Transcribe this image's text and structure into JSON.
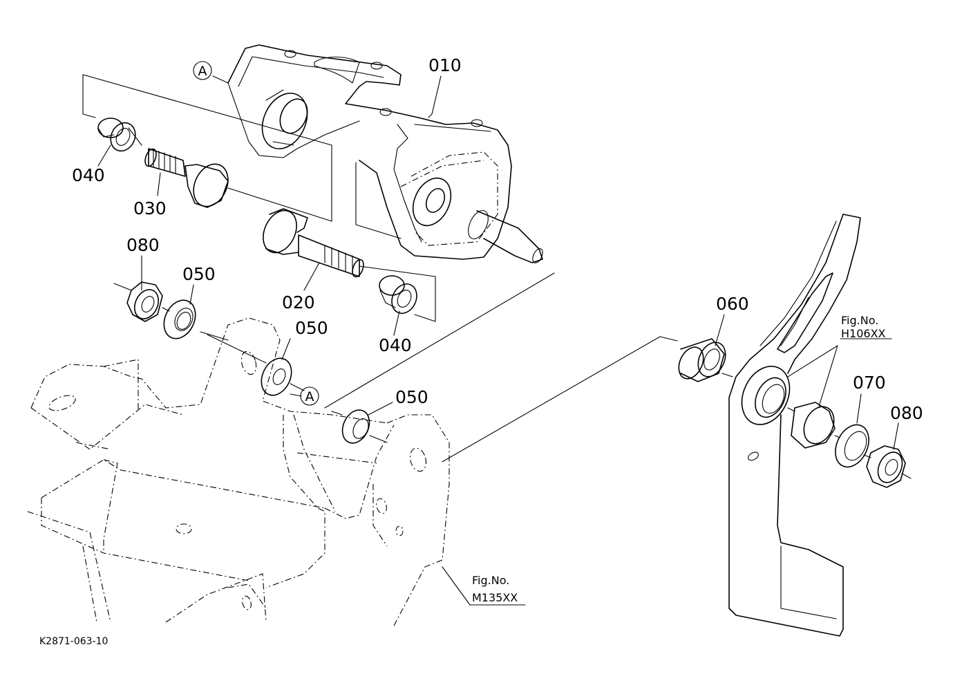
{
  "diagram": {
    "code": "K2871-063-10",
    "callout_letter": "A",
    "parts": [
      {
        "key": "p010",
        "label": "010"
      },
      {
        "key": "p020",
        "label": "020"
      },
      {
        "key": "p030",
        "label": "030"
      },
      {
        "key": "p040a",
        "label": "040"
      },
      {
        "key": "p040b",
        "label": "040"
      },
      {
        "key": "p050a",
        "label": "050"
      },
      {
        "key": "p050b",
        "label": "050"
      },
      {
        "key": "p050c",
        "label": "050"
      },
      {
        "key": "p060",
        "label": "060"
      },
      {
        "key": "p070",
        "label": "070"
      },
      {
        "key": "p080a",
        "label": "080"
      },
      {
        "key": "p080b",
        "label": "080"
      }
    ],
    "refs": {
      "h106": {
        "line1": "Fig.No.",
        "line2": "H106XX"
      },
      "m135": {
        "line1": "Fig.No.",
        "line2": "M135XX"
      }
    }
  }
}
